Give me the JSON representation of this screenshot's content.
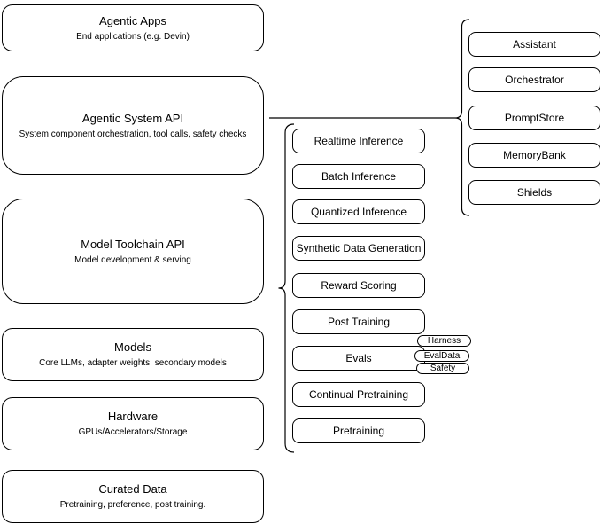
{
  "diagram": {
    "colors": {
      "stroke": "#000000",
      "fill": "#ffffff",
      "text": "#000000"
    },
    "left_column": {
      "boxes": [
        {
          "title": "Agentic Apps",
          "subtitle": "End applications (e.g. Devin)"
        },
        {
          "title": "Agentic System API",
          "subtitle": "System component orchestration, tool calls, safety checks"
        },
        {
          "title": "Model Toolchain API",
          "subtitle": "Model development & serving"
        },
        {
          "title": "Models",
          "subtitle": "Core LLMs, adapter weights, secondary models"
        },
        {
          "title": "Hardware",
          "subtitle": "GPUs/Accelerators/Storage"
        },
        {
          "title": "Curated Data",
          "subtitle": "Pretraining, preference, post training."
        }
      ]
    },
    "middle_column": {
      "items": [
        {
          "label": "Realtime Inference"
        },
        {
          "label": "Batch Inference"
        },
        {
          "label": "Quantized Inference"
        },
        {
          "label": "Synthetic Data Generation"
        },
        {
          "label": "Reward Scoring"
        },
        {
          "label": "Post Training"
        },
        {
          "label": "Evals"
        },
        {
          "label": "Continual Pretraining"
        },
        {
          "label": "Pretraining"
        }
      ]
    },
    "right_column": {
      "items": [
        {
          "label": "Assistant"
        },
        {
          "label": "Orchestrator"
        },
        {
          "label": "PromptStore"
        },
        {
          "label": "MemoryBank"
        },
        {
          "label": "Shields"
        }
      ]
    },
    "eval_tags": {
      "items": [
        {
          "label": "Harness"
        },
        {
          "label": "EvalData"
        },
        {
          "label": "Safety"
        }
      ]
    }
  }
}
